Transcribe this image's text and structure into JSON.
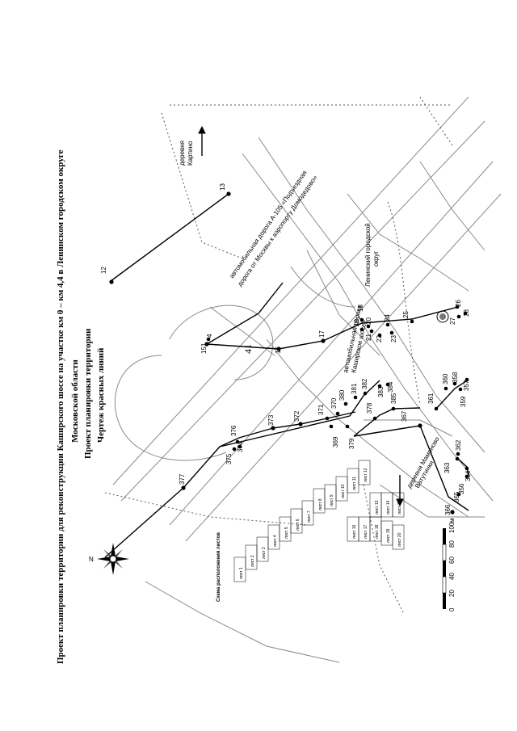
{
  "page_number": "41",
  "title_lines": [
    "Проект планировки территории для реконструкции Каширского шоссе на участке км 0 – км 4,4 в Ленинском городском округе",
    "Московской области",
    "Проект планировки территории",
    "Чертеж красных линий"
  ],
  "labels": {
    "road_a105_line1": "автомобильная дорога А-105 «Подъездная",
    "road_a105_line2": "дорога от Москвы к аэропорту Домодедово»",
    "road_kashirskoe_line1": "автомобильная дорога",
    "road_kashirskoe_line2": "Каширское шоссе",
    "district_line1": "Ленинский городской",
    "district_line2": "округ",
    "village_top_line1": "деревня",
    "village_top_line2": "Картино",
    "village_bottom_line1": "деревня Мамоново",
    "village_bottom_line2": "Ватутинки"
  },
  "legend": {
    "title": "Схема расположения листов",
    "sheets": [
      "лист 1",
      "лист 2",
      "лист 3",
      "лист 4",
      "лист 5",
      "лист 6",
      "лист 7",
      "лист 8",
      "лист 9",
      "лист 10",
      "лист 11",
      "лист 12",
      "лист 13",
      "лист 14",
      "лист 15",
      "лист 16",
      "лист 17",
      "лист 18",
      "лист 19",
      "лист 20"
    ]
  },
  "scale_bar": {
    "ticks": [
      "0",
      "20",
      "40",
      "60",
      "80",
      "100"
    ],
    "units": "м"
  },
  "north_label": "N",
  "points": [
    "12",
    "13",
    "151",
    "4",
    "16",
    "17",
    "18",
    "19",
    "20",
    "21",
    "22",
    "23",
    "24",
    "25",
    "26",
    "27",
    "28",
    "377",
    "376",
    "375",
    "374",
    "373",
    "372",
    "371",
    "370",
    "369",
    "380",
    "381",
    "382",
    "383",
    "384",
    "385",
    "379",
    "378",
    "367",
    "366",
    "365",
    "364",
    "363",
    "362",
    "361",
    "360",
    "359",
    "358",
    "357",
    "356"
  ],
  "colors": {
    "line": "#000000",
    "hatch": "#555555",
    "road": "#888888"
  }
}
